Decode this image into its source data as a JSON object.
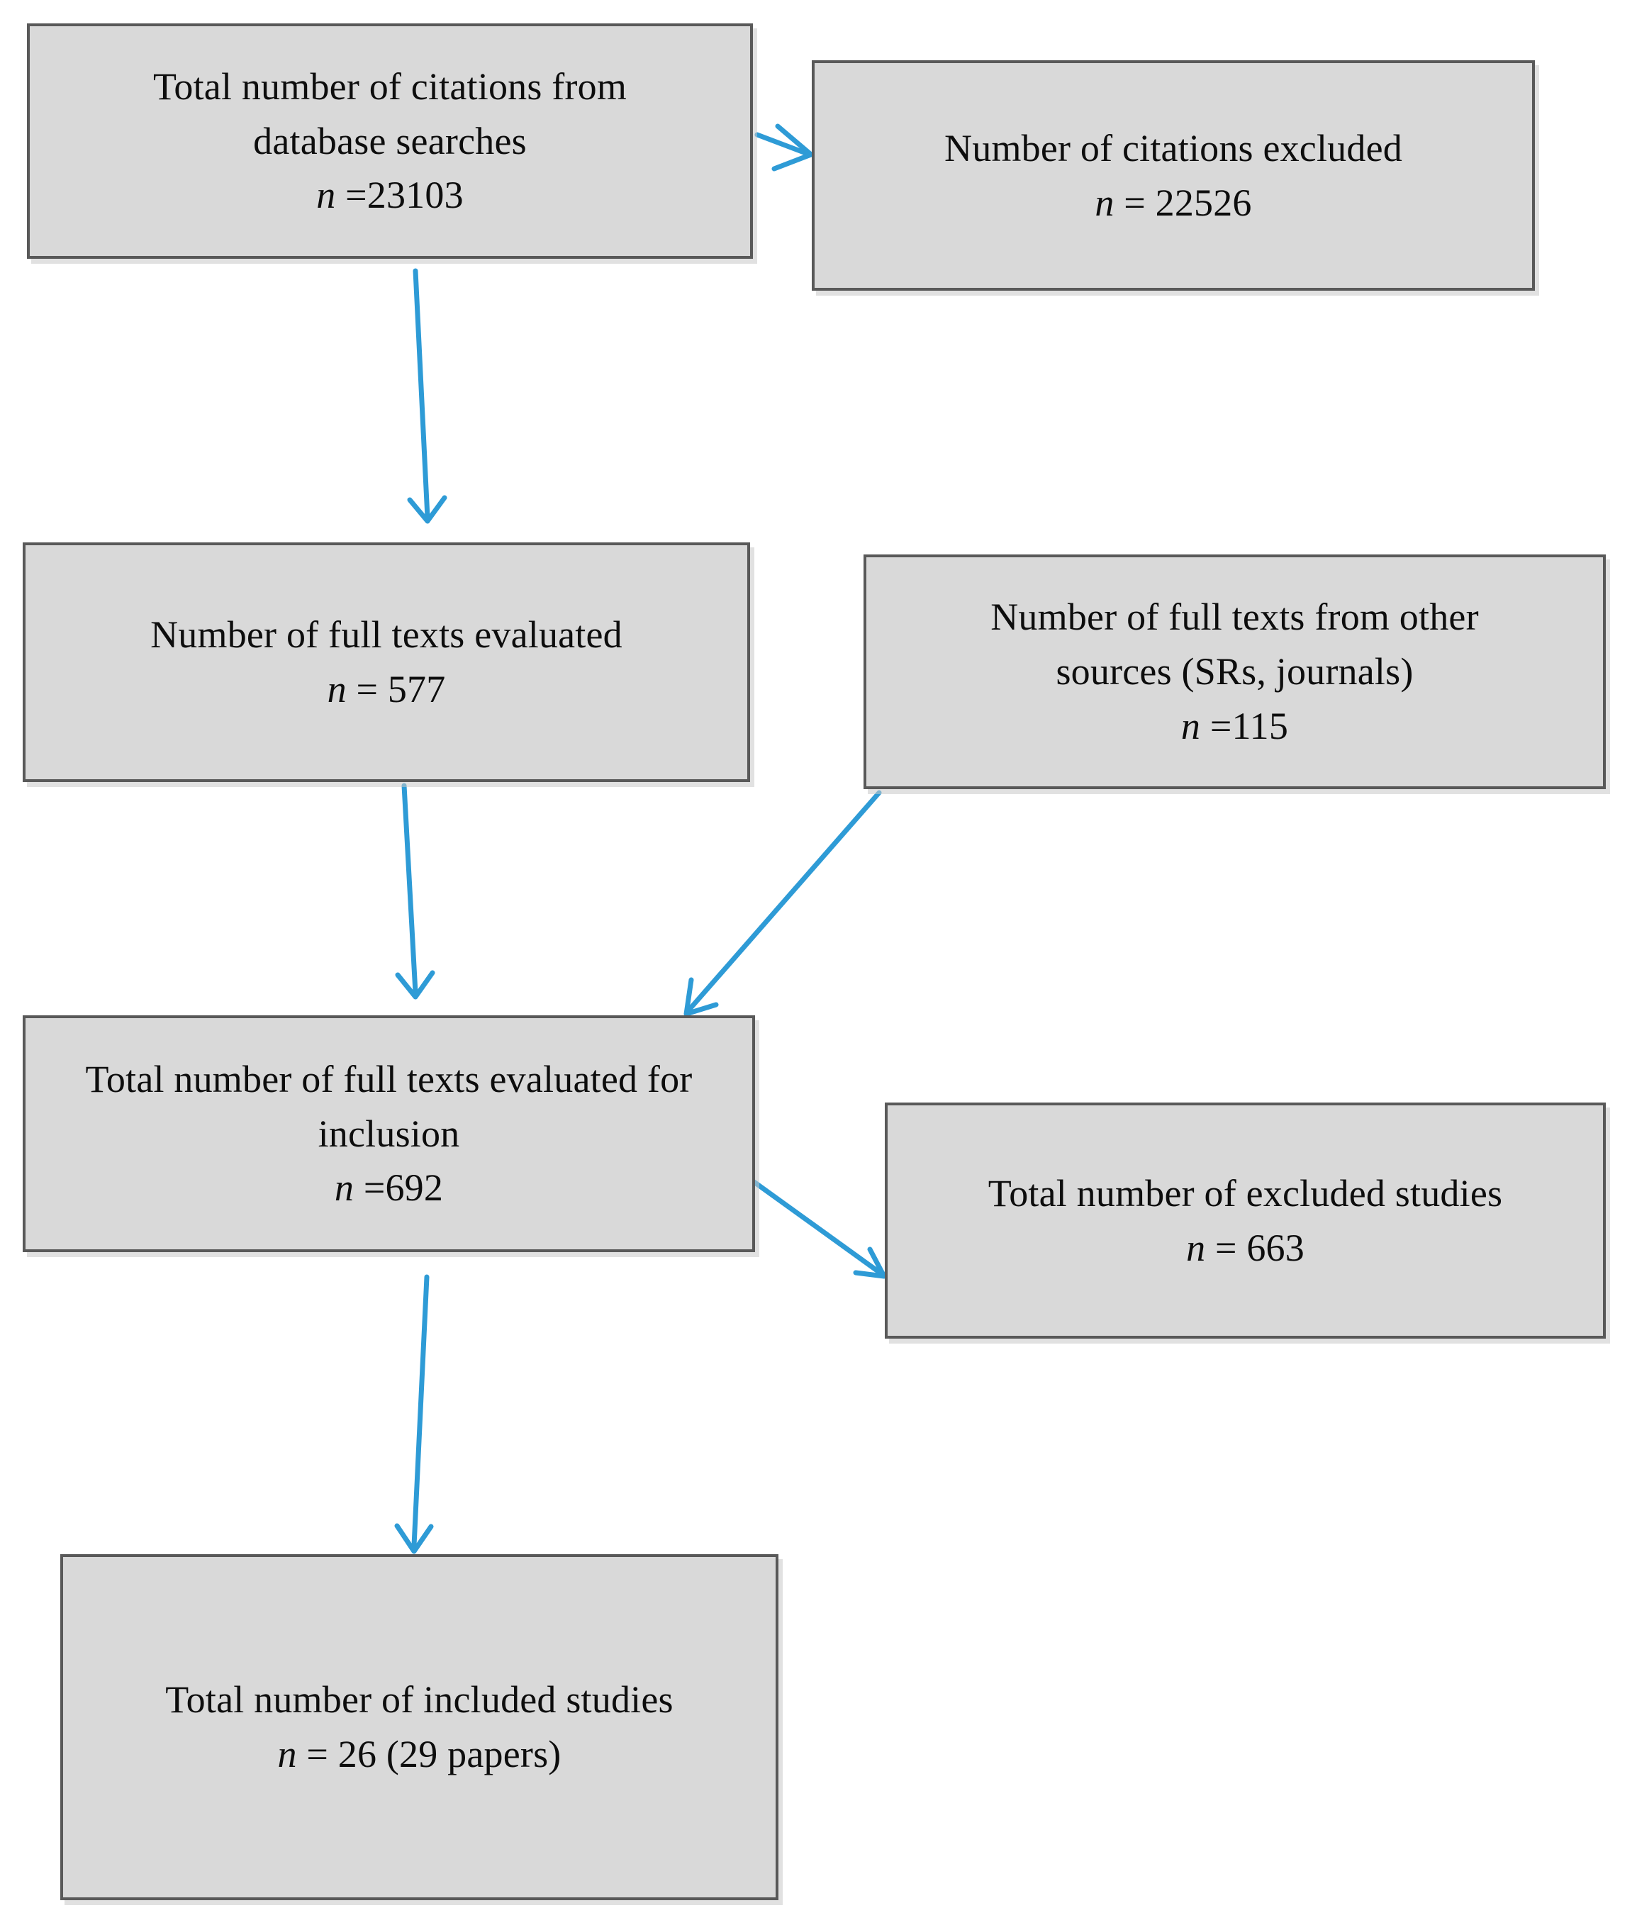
{
  "diagram": {
    "type": "prisma-flow-diagram",
    "accent_arrow_color": "#2E9BD6",
    "box_fill_color": "#D9D9D9",
    "box_border_color": "#595959",
    "text_color": "#0D0D0D",
    "boxes": [
      {
        "id": "citations-from-database-searches",
        "lines": [
          "Total number of citations from",
          "database searches"
        ],
        "count_prefix": "n",
        "count_text": "=23103",
        "count_value": 23103
      },
      {
        "id": "citations-excluded",
        "lines": [
          "Number of citations excluded"
        ],
        "count_prefix": "n",
        "count_text": "= 22526",
        "count_value": 22526
      },
      {
        "id": "full-texts-evaluated",
        "lines": [
          "Number of full texts evaluated"
        ],
        "count_prefix": "n",
        "count_text": "= 577",
        "count_value": 577
      },
      {
        "id": "full-texts-other-sources",
        "lines": [
          "Number of full texts from other",
          "sources (SRs, journals)"
        ],
        "count_prefix": "n",
        "count_text": "=115",
        "count_value": 115
      },
      {
        "id": "full-texts-evaluated-for-inclusion",
        "lines": [
          "Total number of full texts evaluated for",
          "inclusion"
        ],
        "count_prefix": "n",
        "count_text": "=692",
        "count_value": 692
      },
      {
        "id": "excluded-studies",
        "lines": [
          "Total number of excluded studies"
        ],
        "count_prefix": "n",
        "count_text": "= 663",
        "count_value": 663
      },
      {
        "id": "included-studies",
        "lines": [
          "Total number of included studies"
        ],
        "count_prefix": "n",
        "count_text": "= 26 (29 papers)",
        "count_value": 26,
        "papers_value": 29
      }
    ],
    "arrows": [
      {
        "id": "searches-to-excluded",
        "from": "citations-from-database-searches",
        "to": "citations-excluded",
        "direction": "right"
      },
      {
        "id": "searches-to-full-texts",
        "from": "citations-from-database-searches",
        "to": "full-texts-evaluated",
        "direction": "down"
      },
      {
        "id": "other-sources-to-inclusion",
        "from": "full-texts-other-sources",
        "to": "full-texts-evaluated-for-inclusion",
        "direction": "down-left"
      },
      {
        "id": "full-texts-to-inclusion",
        "from": "full-texts-evaluated",
        "to": "full-texts-evaluated-for-inclusion",
        "direction": "down"
      },
      {
        "id": "inclusion-to-excluded-studies",
        "from": "full-texts-evaluated-for-inclusion",
        "to": "excluded-studies",
        "direction": "down-right"
      },
      {
        "id": "inclusion-to-included-studies",
        "from": "full-texts-evaluated-for-inclusion",
        "to": "included-studies",
        "direction": "down"
      }
    ]
  }
}
